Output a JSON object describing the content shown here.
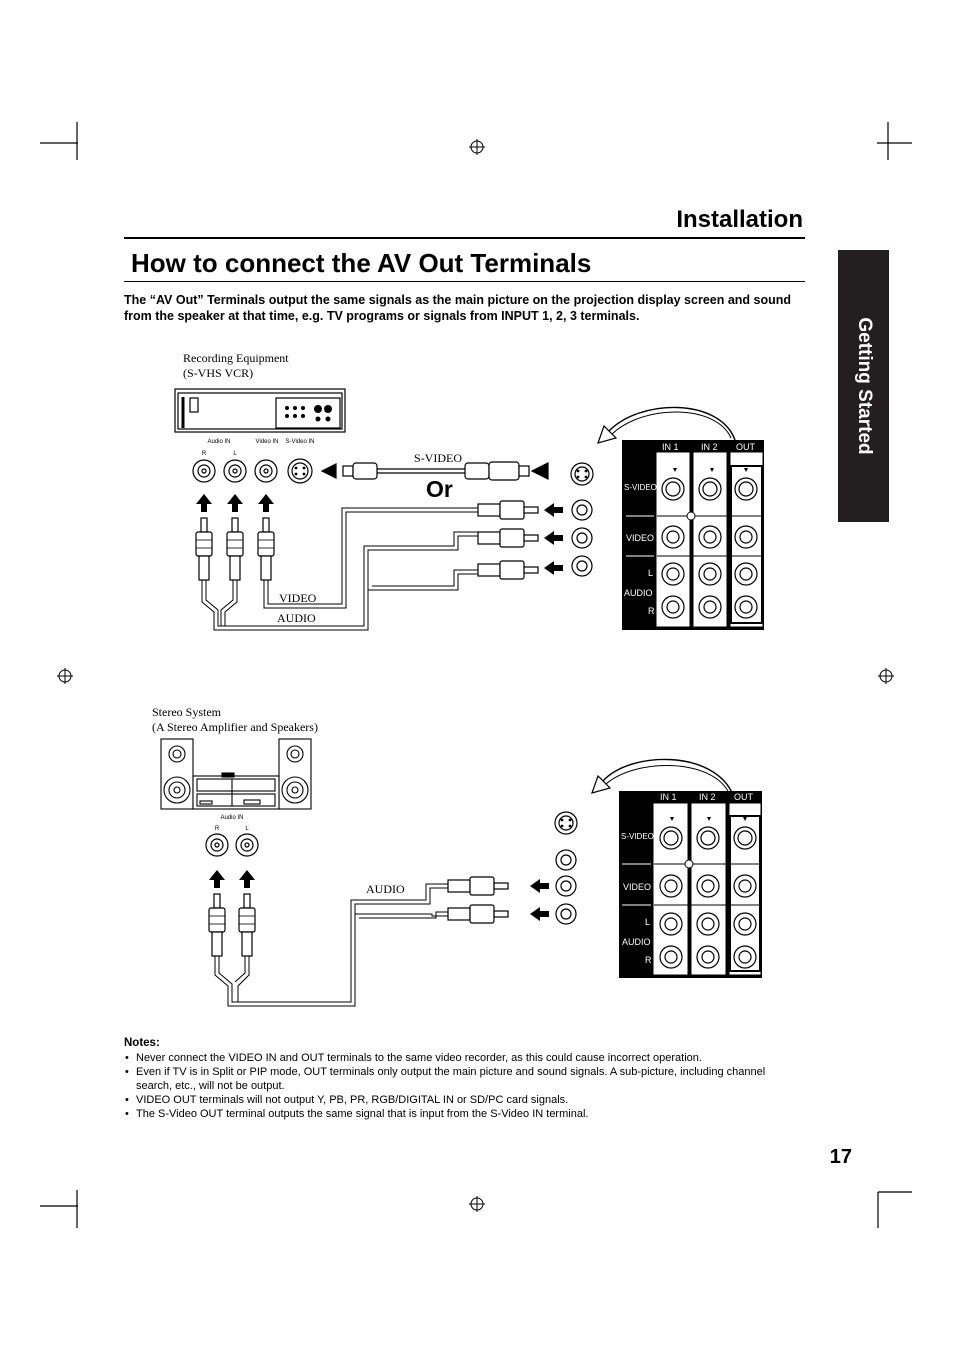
{
  "header": {
    "section": "Installation",
    "title": "How to connect the AV Out Terminals"
  },
  "intro": "The “AV Out” Terminals output the same signals as the main picture on the projection display screen and sound from the speaker at that time, e.g. TV programs or signals from INPUT 1, 2, 3 terminals.",
  "side_tab": "Getting Started",
  "diagram1": {
    "device_line1": "Recording Equipment",
    "device_line2": "(S-VHS VCR)",
    "port_labels": {
      "audio_in": "Audio IN",
      "video_in": "Video IN",
      "svideo_in": "S-Video IN",
      "r": "R",
      "l": "L"
    },
    "cable_svideo": "S-VIDEO",
    "or": "Or",
    "cable_video": "VIDEO",
    "cable_audio": "AUDIO"
  },
  "diagram2": {
    "device_line1": "Stereo System",
    "device_line2": "(A Stereo Amplifier and Speakers)",
    "port_labels": {
      "audio_in": "Audio IN",
      "r": "R",
      "l": "L"
    },
    "cable_audio": "AUDIO"
  },
  "terminal_panel": {
    "in1": "IN 1",
    "in2": "IN 2",
    "out": "OUT",
    "svideo": "S-VIDEO",
    "video": "VIDEO",
    "l": "L",
    "audio": "AUDIO",
    "r": "R"
  },
  "notes": {
    "heading": "Notes:",
    "items": [
      "Never connect the VIDEO IN and OUT terminals to the same video recorder, as this could cause incorrect operation.",
      "Even if TV is in Split or PIP mode, OUT terminals only output the main picture and sound signals. A sub-picture, including channel search, etc., will not be output.",
      "VIDEO OUT terminals will not output Y, PB, PR, RGB/DIGITAL IN or SD/PC card signals.",
      "The S-Video OUT terminal outputs the same signal that is input from the S-Video IN terminal."
    ]
  },
  "page_number": "17"
}
